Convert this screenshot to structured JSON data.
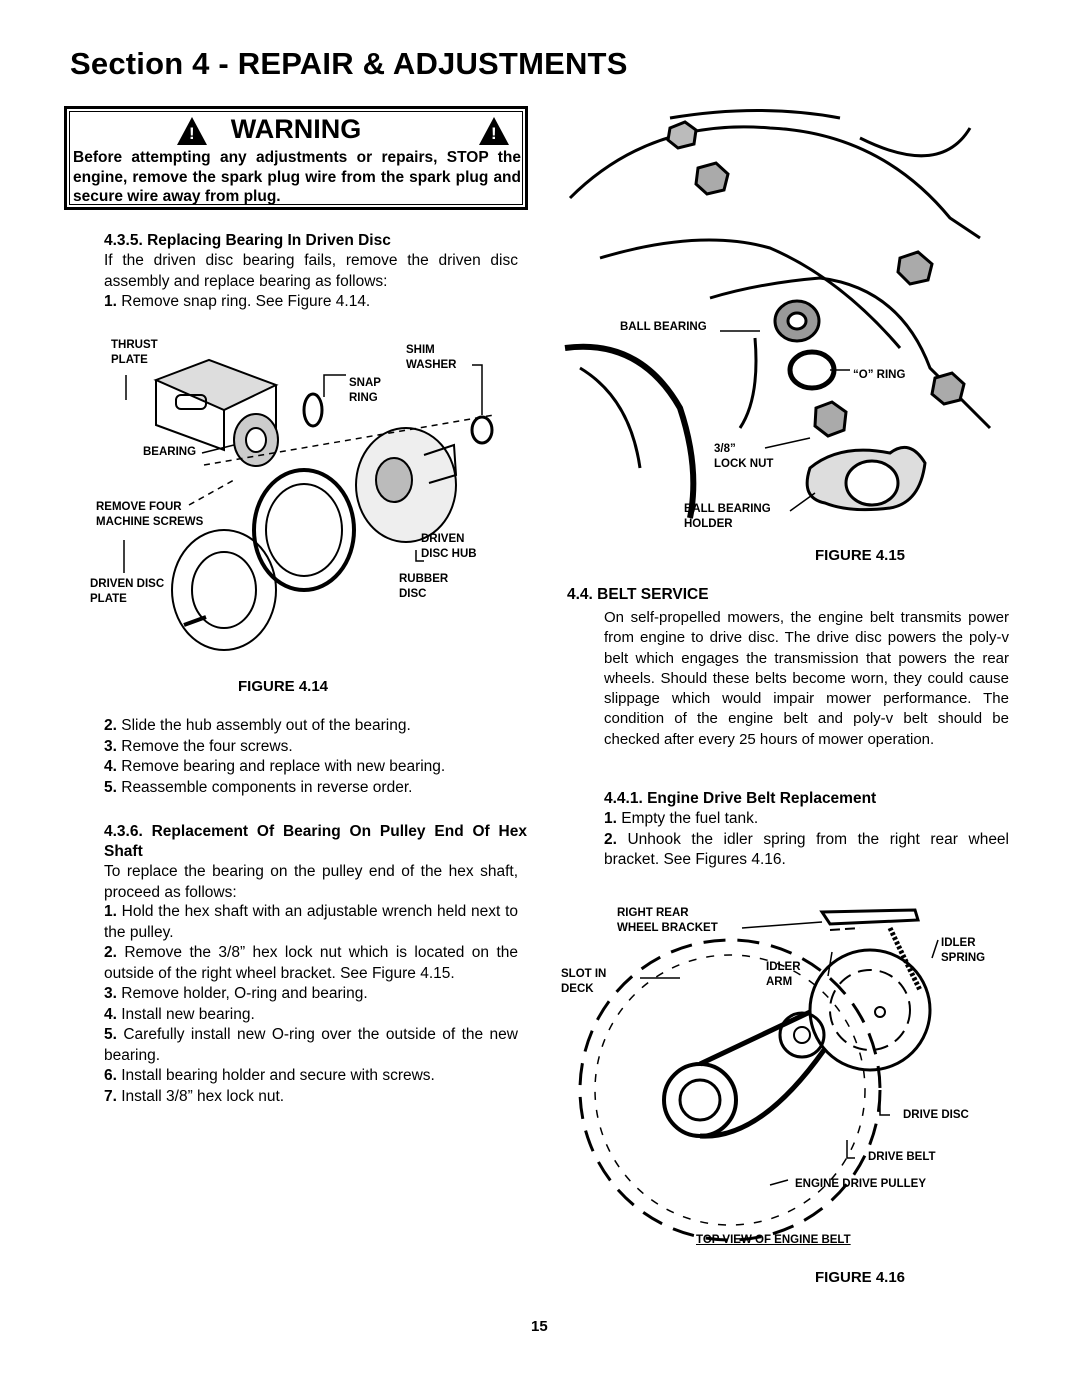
{
  "title": "Section 4 - REPAIR & ADJUSTMENTS",
  "warning": {
    "heading": "WARNING",
    "text": "Before attempting any adjustments or repairs, STOP the engine, remove the spark plug wire from the spark plug and secure wire away from plug."
  },
  "s435": {
    "heading": "4.3.5.  Replacing Bearing In Driven Disc",
    "intro": "If the driven disc bearing fails, remove the driven disc assembly and replace bearing as follows:",
    "step1_num": "1.",
    "step1": " Remove snap ring. See Figure 4.14."
  },
  "fig14": {
    "caption": "FIGURE 4.14",
    "labels": {
      "thrust": "THRUST",
      "plate": "PLATE",
      "shim": "SHIM",
      "washer": "WASHER",
      "snap": "SNAP",
      "ring": "RING",
      "bearing": "BEARING",
      "remove1": "REMOVE FOUR",
      "remove2": "MACHINE SCREWS",
      "driven1": "DRIVEN",
      "driven2": "DISC HUB",
      "rubber1": "RUBBER",
      "rubber2": "DISC",
      "dplate1": "DRIVEN DISC",
      "dplate2": "PLATE"
    }
  },
  "steps435": [
    {
      "n": "2.",
      "t": " Slide the hub assembly out of the bearing."
    },
    {
      "n": "3.",
      "t": " Remove the four screws."
    },
    {
      "n": "4.",
      "t": " Remove bearing and replace with new bearing."
    },
    {
      "n": "5.",
      "t": " Reassemble components in reverse order."
    }
  ],
  "s436": {
    "heading": "4.3.6. Replacement Of Bearing On Pulley End Of Hex Shaft",
    "intro": "To replace the bearing on the pulley end of the hex shaft, proceed as follows:",
    "steps": [
      {
        "n": "1.",
        "t": " Hold the hex shaft with an adjustable wrench held next to the pulley."
      },
      {
        "n": "2.",
        "t": " Remove the 3/8” hex lock nut which is located on the outside of the right wheel bracket. See Figure 4.15."
      },
      {
        "n": "3.",
        "t": " Remove holder, O-ring and bearing."
      },
      {
        "n": "4.",
        "t": " Install new bearing."
      },
      {
        "n": "5.",
        "t": " Carefully install new O-ring over the outside of the new bearing."
      },
      {
        "n": "6.",
        "t": " Install bearing holder and secure with screws."
      },
      {
        "n": "7.",
        "t": " Install 3/8” hex lock nut."
      }
    ]
  },
  "fig15": {
    "caption": "FIGURE 4.15",
    "labels": {
      "ball_bearing": "BALL BEARING",
      "o_ring": "“O” RING",
      "size": "3/8”",
      "lock_nut": "LOCK NUT",
      "holder1": "BALL BEARING",
      "holder2": "HOLDER"
    }
  },
  "s44": {
    "heading": "4.4.  BELT SERVICE",
    "text": "On self-propelled mowers, the engine belt transmits power from engine to drive disc. The drive disc powers the poly-v belt which engages the transmission that powers the rear wheels. Should these belts become worn, they could cause slippage which would impair mower performance. The condition of the engine belt and poly-v belt should be checked after every 25 hours of mower operation."
  },
  "s441": {
    "heading": "4.4.1.  Engine Drive Belt Replacement",
    "steps": [
      {
        "n": "1.",
        "t": " Empty the fuel tank."
      },
      {
        "n": "2.",
        "t": " Unhook the idler spring from the right rear wheel bracket.  See Figures 4.16."
      }
    ]
  },
  "fig16": {
    "caption": "FIGURE 4.16",
    "labels": {
      "rr1": "RIGHT REAR",
      "rr2": "WHEEL BRACKET",
      "idler1": "IDLER",
      "idler2": "SPRING",
      "arm1": "IDLER",
      "arm2": "ARM",
      "slot1": "SLOT IN",
      "slot2": "DECK",
      "drive_disc": "DRIVE DISC",
      "drive_belt": "DRIVE BELT",
      "edp": "ENGINE DRIVE PULLEY",
      "top_view": "TOP VIEW OF ENGINE BELT"
    }
  },
  "page_number": "15"
}
